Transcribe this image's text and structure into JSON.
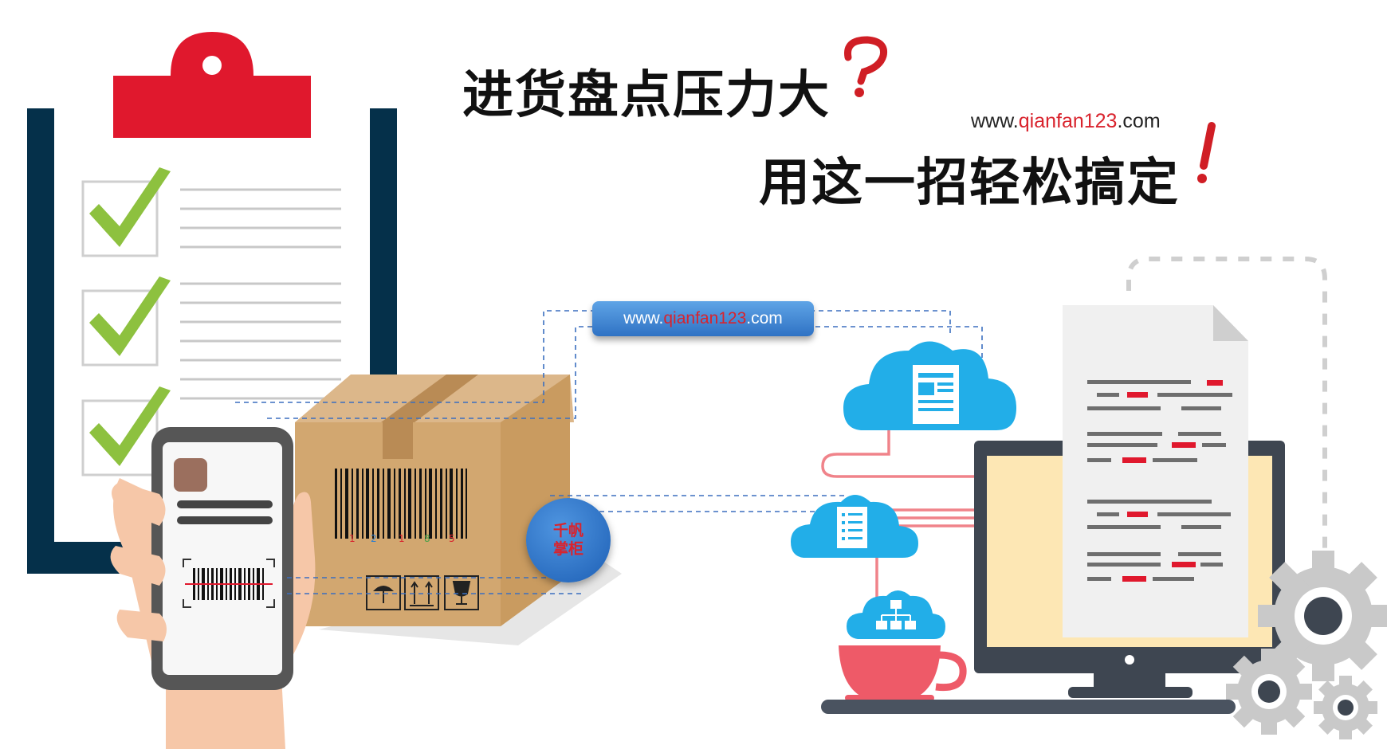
{
  "headline_1": "进货盘点压力大",
  "headline_2": "用这一招轻松搞定",
  "url_top": {
    "prefix": "www.",
    "brand": "qianfan123",
    "suffix": ".com"
  },
  "url_pill": {
    "prefix": "www.",
    "brand": "qianfan123",
    "suffix": ".com"
  },
  "badge": {
    "line1": "千帆",
    "line2": "掌柜"
  },
  "barcode_digits": [
    "1",
    "2",
    "1",
    "8",
    "5"
  ],
  "colors": {
    "brand_red": "#d9232d",
    "cloud_blue": "#22aee8",
    "navy": "#05304a",
    "check_green": "#8dc13f"
  },
  "icons": [
    "clipboard-icon",
    "checkmark-icon",
    "phone-scanner-icon",
    "cardboard-box-icon",
    "cloud-document-icon",
    "cloud-checklist-icon",
    "cloud-sitemap-icon",
    "coffee-cup-icon",
    "monitor-icon",
    "document-icon",
    "gear-icon"
  ]
}
